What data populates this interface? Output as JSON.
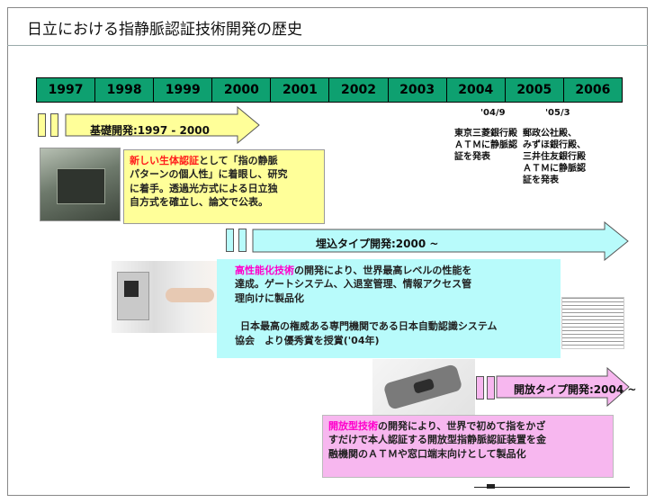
{
  "title": "日立における指静脈認証技術開発の歴史",
  "years": [
    "1997",
    "1998",
    "1999",
    "2000",
    "2001",
    "2002",
    "2003",
    "2004",
    "2005",
    "2006"
  ],
  "phases": {
    "basic": {
      "label": "基礎開発:1997 - 2000"
    },
    "embedded": {
      "label": "埋込タイプ開発:2000 ~"
    },
    "open": {
      "label": "開放タイプ開発:2004 ~"
    }
  },
  "boxes": {
    "basic_text": {
      "highlight": "新しい生体認証",
      "line1_rest": "として「指の静脈",
      "line2": "パターンの個人性」に着眼し、研究",
      "line3": "に着手。透過光方式による日立独",
      "line4": "自方式を確立し、論文で公表。"
    },
    "embedded_text": {
      "highlight": "高性能化技術",
      "line1_rest": "の開発により、世界最高レベルの性能を",
      "line2": "達成。ゲートシステム、入退室管理、情報アクセス管",
      "line3": "理向けに製品化",
      "line4": "日本最高の権威ある専門機関である日本自動認識システム",
      "line5": "協会　より優秀賞を授賞('04年)"
    },
    "open_text": {
      "highlight": "開放型技術",
      "line1_rest": "の開発により、世界で初めて指をかざ",
      "line2": "すだけで本人認証する開放型指静脈認証装置を金",
      "line3": "融機関のＡＴＭや窓口端末向けとして製品化"
    }
  },
  "notes": {
    "n2004_date": "'04/9",
    "n2004_line1": "東京三菱銀行殿",
    "n2004_line2": "ＡＴＭに静脈認",
    "n2004_line3": "証を発表",
    "n2005_date": "'05/3",
    "n2005_line1": "郵政公社殿、",
    "n2005_line2": "みずほ銀行殿、",
    "n2005_line3": "三井住友銀行殿",
    "n2005_line4": "ＡＴＭに静脈認",
    "n2005_line5": "証を発表"
  },
  "colors": {
    "timeline": "#0ea070",
    "basic": "#ffff99",
    "embedded": "#b8fbfb",
    "open": "#f7b7ef",
    "highlight_red": "#ff1a1a",
    "highlight_magenta": "#ff00cc"
  }
}
